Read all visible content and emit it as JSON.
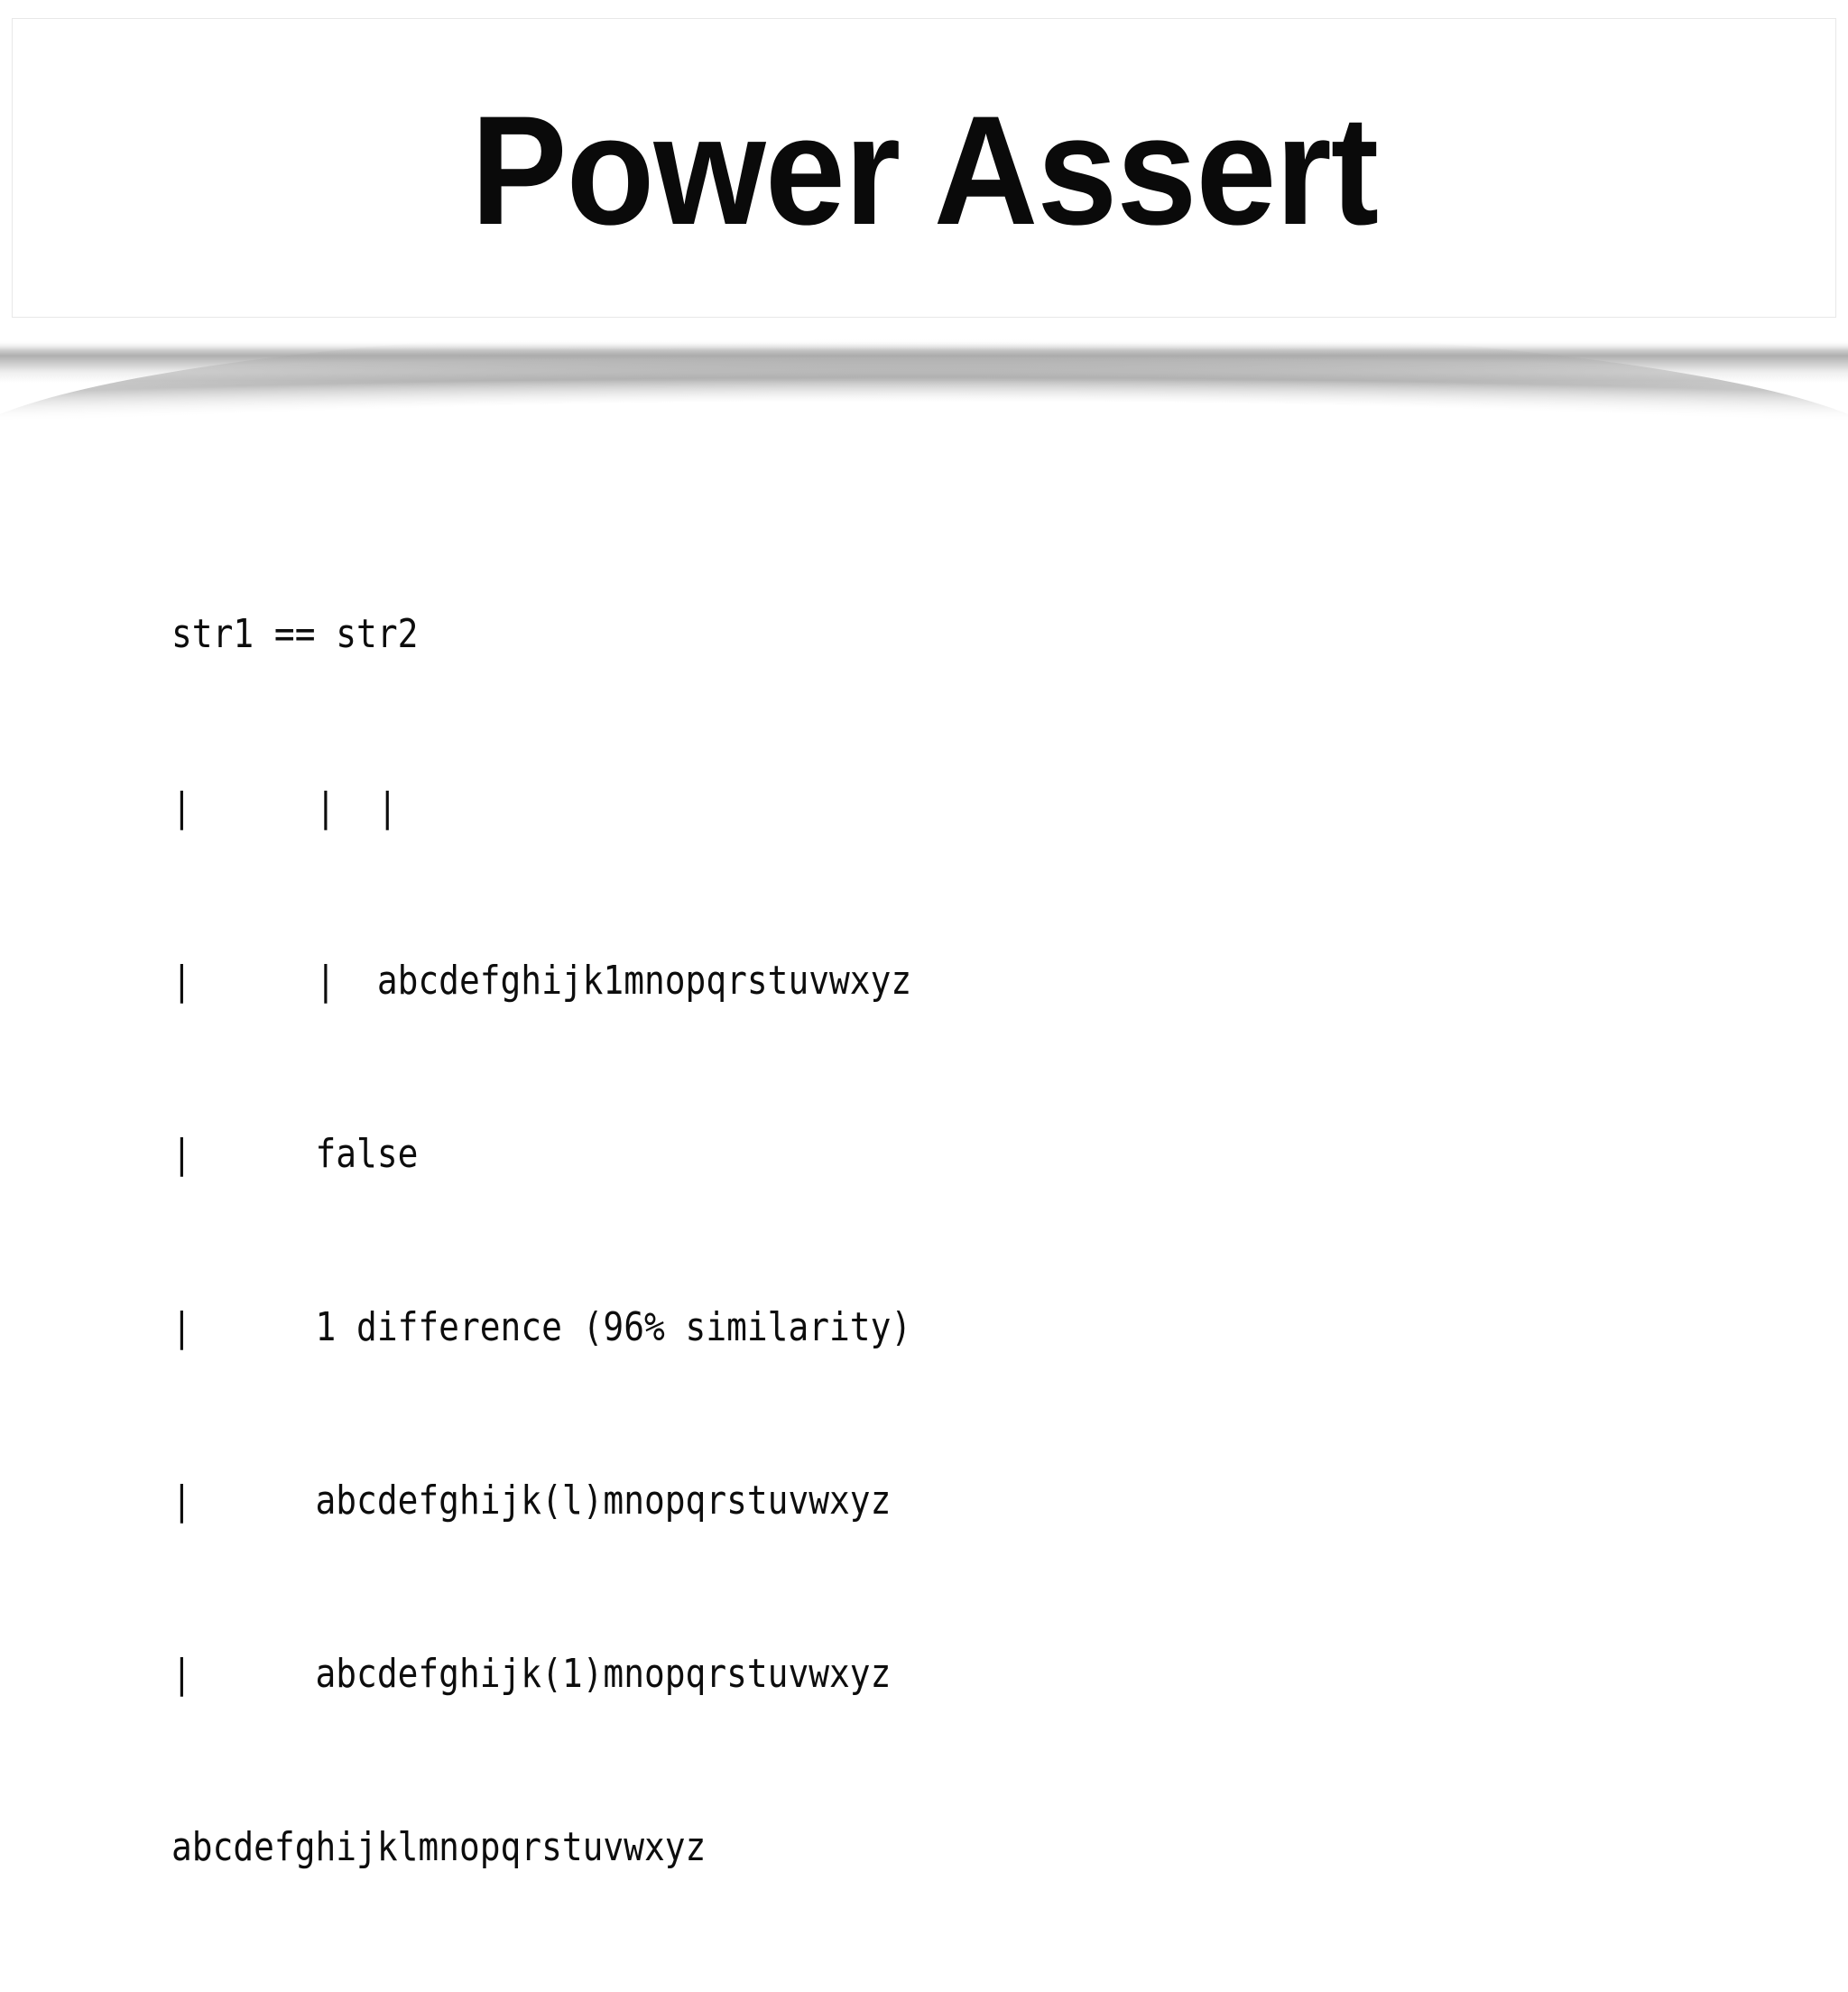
{
  "slide": {
    "title": "Power Assert",
    "background_color": "#ffffff",
    "title_color": "#0a0a0a",
    "card_border_color": "#e8e8e8"
  },
  "code": {
    "text_color": "#0d0d0d",
    "lines": [
      "str1 == str2",
      "|      |  |",
      "|      |  abcdefghijk1mnopqrstuvwxyz",
      "|      false",
      "|      1 difference (96% similarity)",
      "|      abcdefghijk(l)mnopqrstuvwxyz",
      "|      abcdefghijk(1)mnopqrstuvwxyz",
      "abcdefghijklmnopqrstuvwxyz"
    ]
  }
}
